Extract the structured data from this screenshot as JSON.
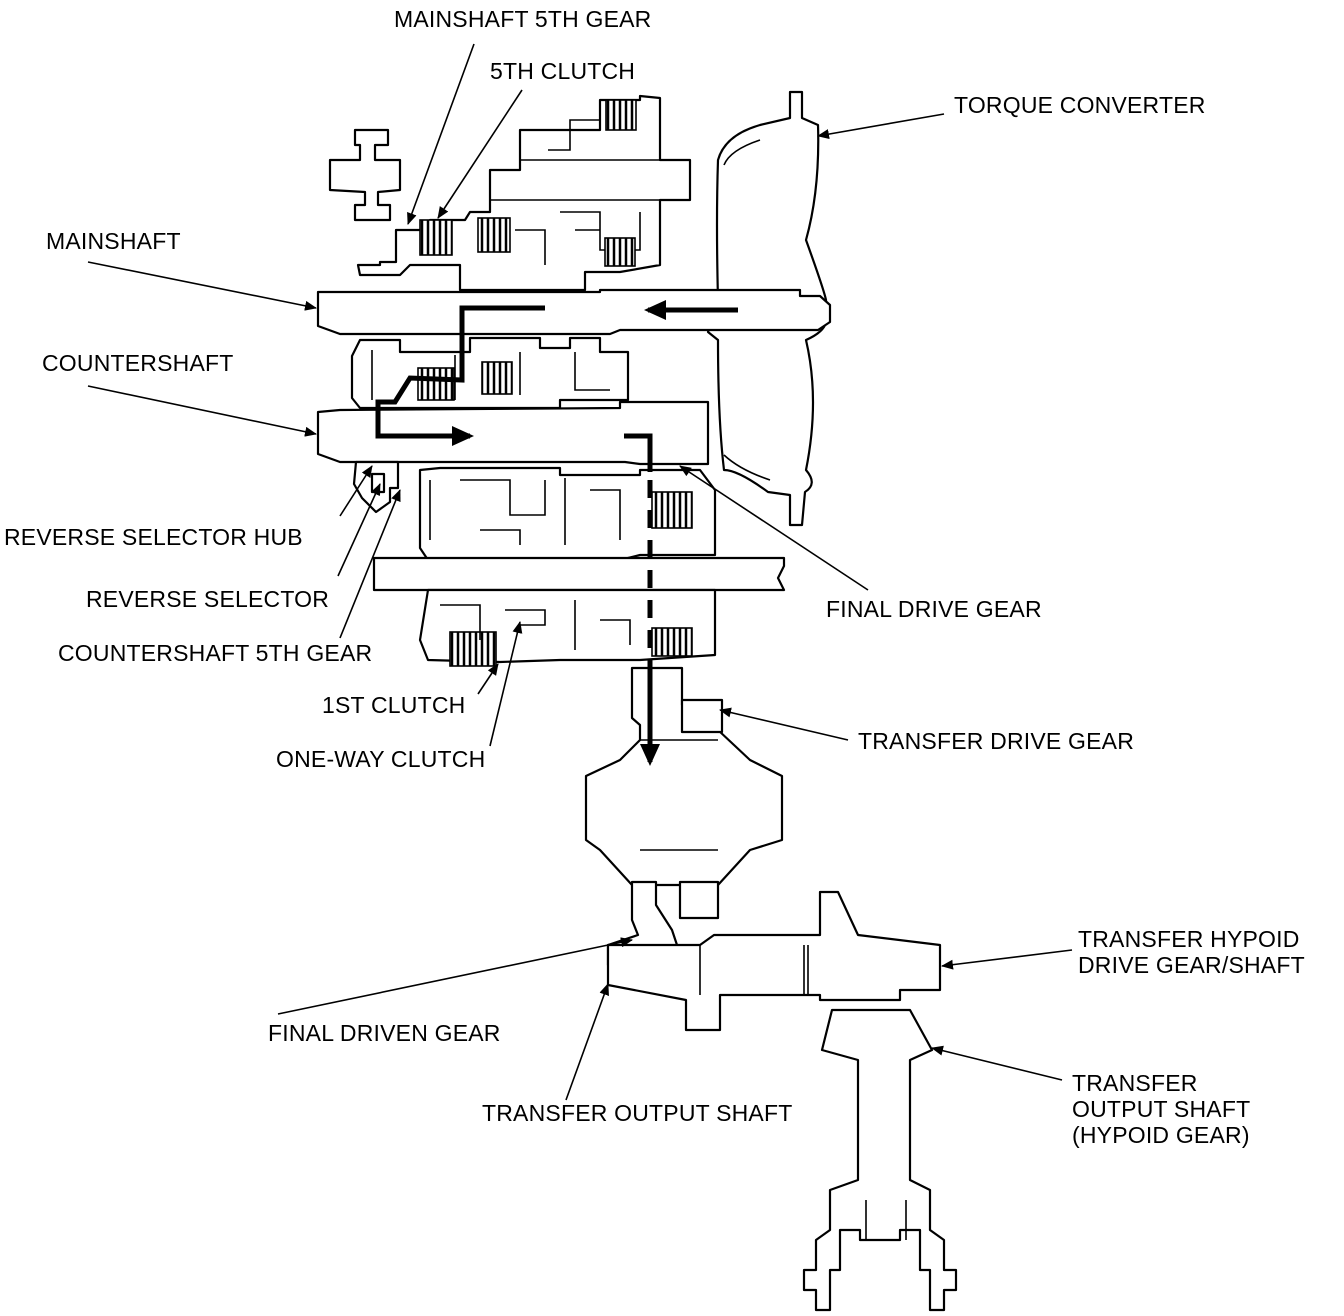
{
  "labels": {
    "mainshaft_5th_gear": "MAINSHAFT 5TH GEAR",
    "fifth_clutch": "5TH CLUTCH",
    "torque_converter": "TORQUE CONVERTER",
    "mainshaft": "MAINSHAFT",
    "countershaft": "COUNTERSHAFT",
    "reverse_selector_hub": "REVERSE SELECTOR HUB",
    "reverse_selector": "REVERSE SELECTOR",
    "countershaft_5th_gear": "COUNTERSHAFT 5TH GEAR",
    "final_drive_gear": "FINAL DRIVE GEAR",
    "first_clutch": "1ST CLUTCH",
    "one_way_clutch": "ONE-WAY CLUTCH",
    "transfer_drive_gear": "TRANSFER DRIVE GEAR",
    "transfer_hypoid_line1": "TRANSFER HYPOID",
    "transfer_hypoid_line2": "DRIVE GEAR/SHAFT",
    "final_driven_gear": "FINAL DRIVEN GEAR",
    "transfer_output_shaft": "TRANSFER OUTPUT SHAFT",
    "transfer_output_hypoid_line1": "TRANSFER",
    "transfer_output_hypoid_line2": "OUTPUT SHAFT",
    "transfer_output_hypoid_line3": "(HYPOID GEAR)"
  }
}
